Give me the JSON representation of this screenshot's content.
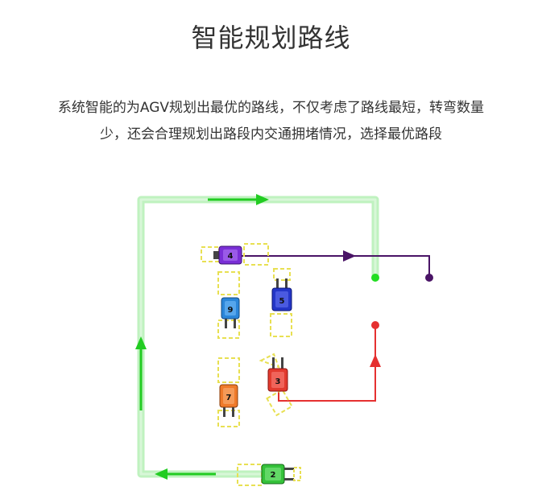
{
  "heading": {
    "title": "智能规划路线"
  },
  "description": {
    "line1": "系统智能的为AGV规划出最优的路线，不仅考虑了路线最短，转弯数量",
    "line2": "少，还会合理规划出路段内交通拥堵情况，选择最优路段"
  },
  "agvs": [
    {
      "id": "agv-4",
      "label": "4",
      "color": "#7a2fd6"
    },
    {
      "id": "agv-9",
      "label": "9",
      "color": "#2b86d9"
    },
    {
      "id": "agv-5",
      "label": "5",
      "color": "#2436c8"
    },
    {
      "id": "agv-3",
      "label": "3",
      "color": "#e23a2e"
    },
    {
      "id": "agv-7",
      "label": "7",
      "color": "#ef7a2a"
    },
    {
      "id": "agv-2",
      "label": "2",
      "color": "#35c23a"
    }
  ],
  "colors": {
    "route_green": "#33dd33",
    "route_green_glow": "#bff2bf",
    "route_purple": "#4a1466",
    "route_red": "#e53030",
    "reserve_box": "#e8e052"
  }
}
